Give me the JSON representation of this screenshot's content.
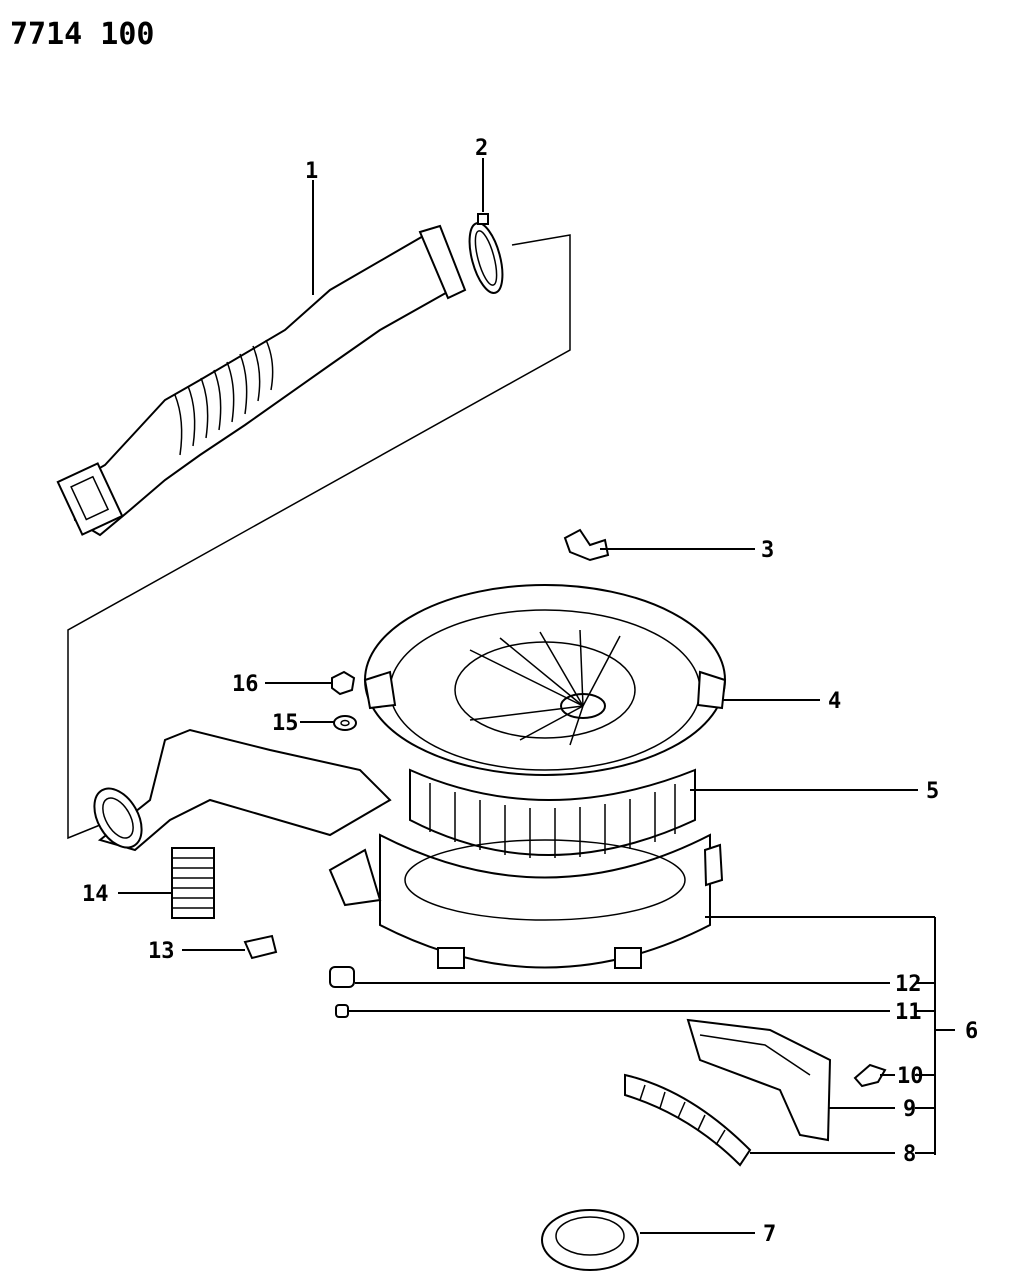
{
  "diagram": {
    "ref_number": "7714 100",
    "callouts": [
      "1",
      "2",
      "3",
      "4",
      "5",
      "6",
      "7",
      "8",
      "9",
      "10",
      "11",
      "12",
      "13",
      "14",
      "15",
      "16"
    ]
  },
  "colors": {
    "ink": "#000000",
    "paper": "#ffffff"
  }
}
